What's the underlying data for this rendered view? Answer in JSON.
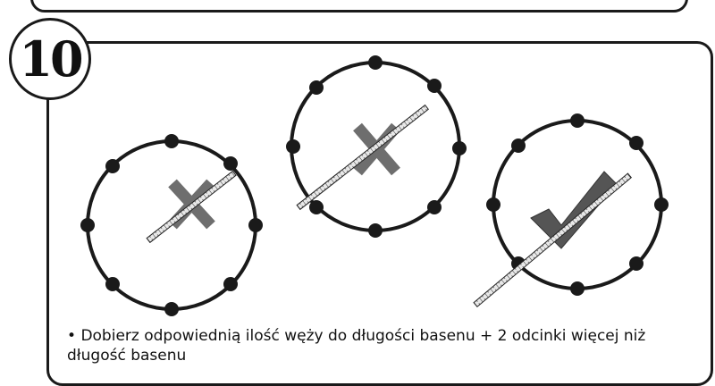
{
  "step": {
    "number": "10"
  },
  "figures": [
    {
      "name": "pool-incorrect-1",
      "mark": "x-mark-icon",
      "outcome": "incorrect"
    },
    {
      "name": "pool-incorrect-2",
      "mark": "x-mark-icon",
      "outcome": "incorrect"
    },
    {
      "name": "pool-correct",
      "mark": "checkmark-icon",
      "outcome": "correct"
    }
  ],
  "instruction": {
    "bullet": "•",
    "text": "Dobierz odpowiednią ilość węży do długości basenu + 2 odcinki więcej niż długość basenu"
  },
  "colors": {
    "line": "#1a1a1a",
    "mark": "#6e6e6e",
    "dot": "#1a1a1a"
  }
}
